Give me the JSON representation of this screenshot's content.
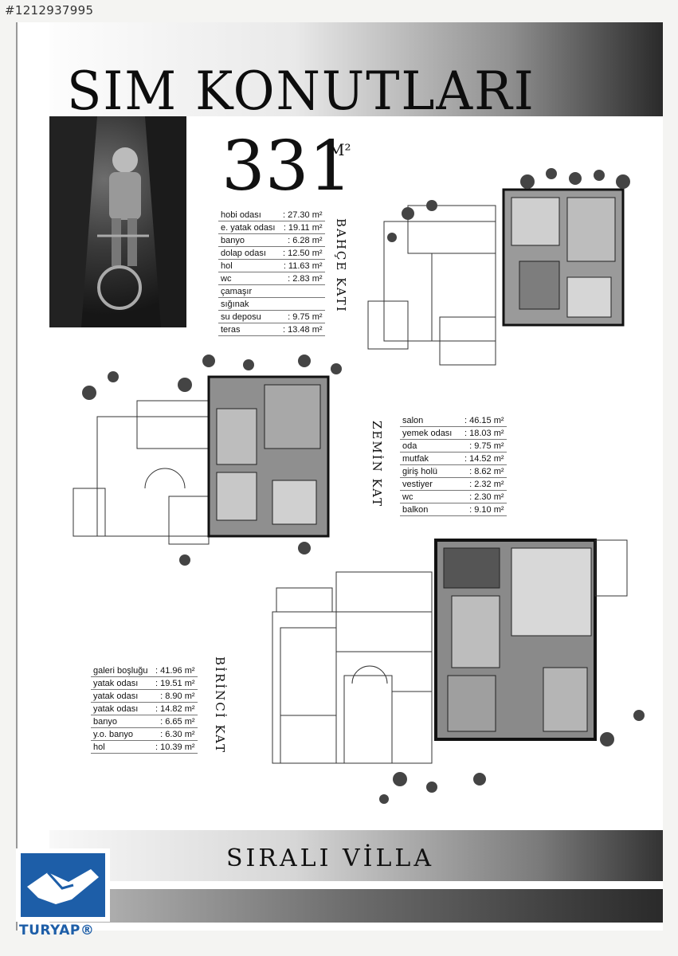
{
  "image_id": "#1212937995",
  "title": "SIM KONUTLARI",
  "total_area": {
    "value": "331",
    "unit": "M²"
  },
  "bahce_kati": {
    "label": "BAHÇE KATI",
    "rows": [
      {
        "name": "hobi odası",
        "value": ": 27.30 m²"
      },
      {
        "name": "e. yatak odası",
        "value": ": 19.11 m²"
      },
      {
        "name": "banyo",
        "value": ": 6.28 m²"
      },
      {
        "name": "dolap odası",
        "value": ": 12.50 m²"
      },
      {
        "name": "hol",
        "value": ": 11.63 m²"
      },
      {
        "name": "wc",
        "value": ": 2.83 m²"
      },
      {
        "name": "çamaşır",
        "value": ""
      },
      {
        "name": "sığınak",
        "value": ""
      },
      {
        "name": "su deposu",
        "value": ": 9.75 m²"
      },
      {
        "name": "teras",
        "value": ": 13.48 m²"
      }
    ]
  },
  "zemin_kat": {
    "label": "ZEMİN KAT",
    "rows": [
      {
        "name": "salon",
        "value": ": 46.15 m²"
      },
      {
        "name": "yemek odası",
        "value": ": 18.03 m²"
      },
      {
        "name": "oda",
        "value": ": 9.75 m²"
      },
      {
        "name": "mutfak",
        "value": ": 14.52 m²"
      },
      {
        "name": "giriş holü",
        "value": ": 8.62 m²"
      },
      {
        "name": "vestiyer",
        "value": ": 2.32 m²"
      },
      {
        "name": "wc",
        "value": ": 2.30 m²"
      },
      {
        "name": "balkon",
        "value": ": 9.10 m²"
      }
    ]
  },
  "birinci_kat": {
    "label": "BİRİNCİ KAT",
    "rows": [
      {
        "name": "galeri boşluğu",
        "value": ": 41.96 m²"
      },
      {
        "name": "yatak odası",
        "value": ": 19.51 m²"
      },
      {
        "name": "yatak odası",
        "value": ": 8.90 m²"
      },
      {
        "name": "yatak odası",
        "value": ": 14.82 m²"
      },
      {
        "name": "banyo",
        "value": ": 6.65 m²"
      },
      {
        "name": "y.o. banyo",
        "value": ": 6.30 m²"
      },
      {
        "name": "hol",
        "value": ": 10.39 m²"
      }
    ]
  },
  "footer": {
    "title": "SIRALI VİLLA"
  },
  "brand": {
    "name": "TURYAP®",
    "color": "#1d5ea8"
  }
}
